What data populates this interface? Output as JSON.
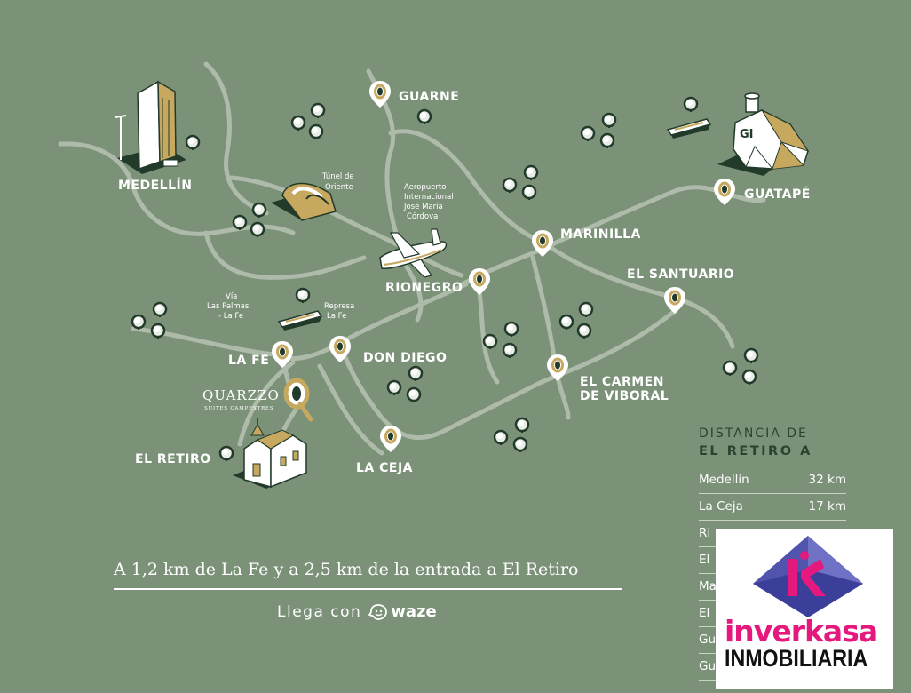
{
  "towns": {
    "medellin": "MEDELLÍN",
    "guarne": "GUARNE",
    "guatape": "GUATAPÉ",
    "marinilla": "MARINILLA",
    "rionegro": "RIONEGRO",
    "el_santuario": "EL SANTUARIO",
    "la_fe": "LA FE",
    "don_diego": "DON DIEGO",
    "el_carmen_1": "EL CARMEN",
    "el_carmen_2": "DE VIBORAL",
    "el_retiro": "EL RETIRO",
    "la_ceja": "LA CEJA"
  },
  "landmarks": {
    "tunel_1": "Túnel de",
    "tunel_2": "Oriente",
    "aero_1": "Aeropuerto",
    "aero_2": "Internacional",
    "aero_3": "José María",
    "aero_4": "Córdova",
    "via_1": "Vía",
    "via_2": "Las Palmas",
    "via_3": "- La Fe",
    "represa_1": "Represa",
    "represa_2": "La Fe",
    "guatape_rock": "GI"
  },
  "quarzzo": {
    "name": "QUARZZO",
    "tagline": "SUITES CAMPESTRES"
  },
  "caption": "A 1,2 km de La Fe y a 2,5 km de la entrada a El Retiro",
  "waze": {
    "prefix": "Llega con",
    "brand": "waze"
  },
  "distance_table": {
    "title_1": "DISTANCIA DE",
    "title_2": "EL RETIRO A",
    "rows": [
      {
        "place": "Medellín",
        "km": "32 km"
      },
      {
        "place": "La Ceja",
        "km": "17 km"
      },
      {
        "place": "Ri",
        "km": ""
      },
      {
        "place": "El",
        "km": ""
      },
      {
        "place": "Ma",
        "km": ""
      },
      {
        "place": "El",
        "km": ""
      },
      {
        "place": "Gu",
        "km": ""
      },
      {
        "place": "Gu",
        "km": ""
      }
    ]
  },
  "logo": {
    "brand": "inverkasa",
    "sub": "INMOBILIARIA"
  },
  "colors": {
    "background": "#7b9278",
    "road": "#aebbaa",
    "dark": "#223a2a",
    "gold": "#c6a85f",
    "logo_pink": "#e5197d",
    "logo_blue": "#3b3f9a"
  }
}
